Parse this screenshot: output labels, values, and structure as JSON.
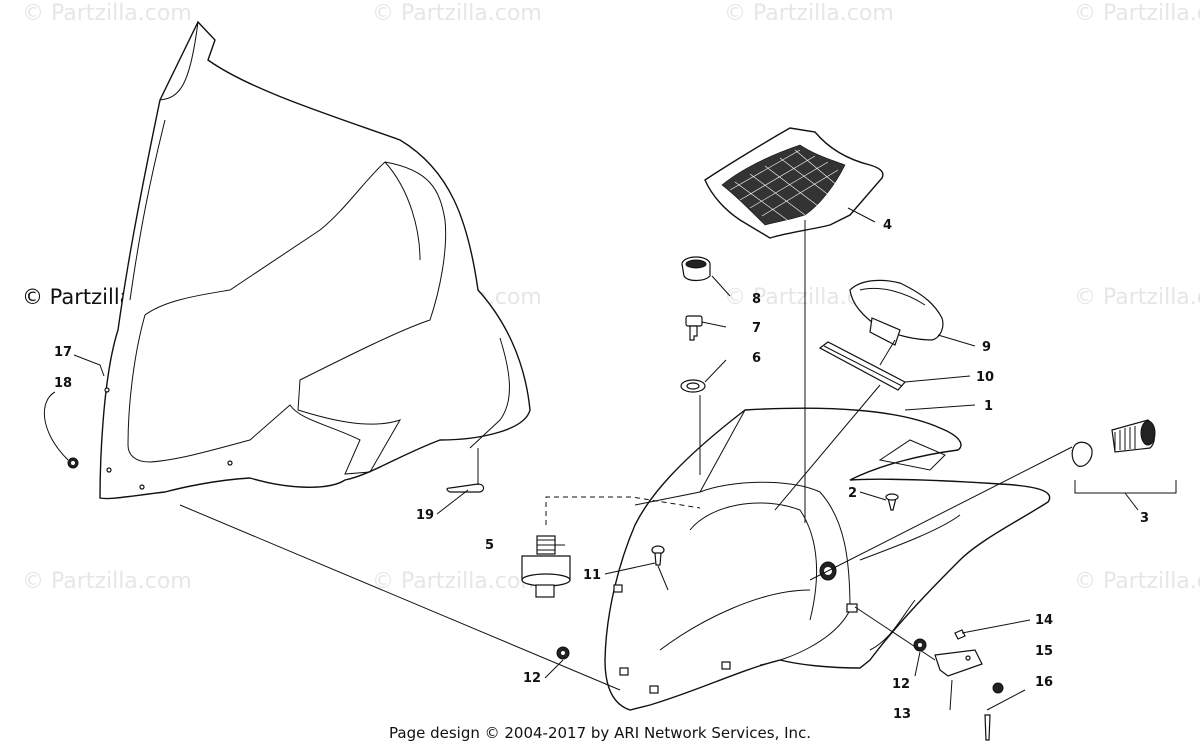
{
  "watermark": {
    "text": "© Partzilla.com"
  },
  "brand": {
    "text": "© Partzilla.com"
  },
  "footer": {
    "text": "Page design © 2004-2017 by ARI Network Services, Inc."
  },
  "callouts": {
    "c1": "1",
    "c2": "2",
    "c3": "3",
    "c4": "4",
    "c5": "5",
    "c6": "6",
    "c7": "7",
    "c8": "8",
    "c9": "9",
    "c10": "10",
    "c11": "11",
    "c12a": "12",
    "c12b": "12",
    "c13": "13",
    "c14": "14",
    "c15": "15",
    "c16": "16",
    "c17": "17",
    "c18": "18",
    "c19": "19"
  }
}
